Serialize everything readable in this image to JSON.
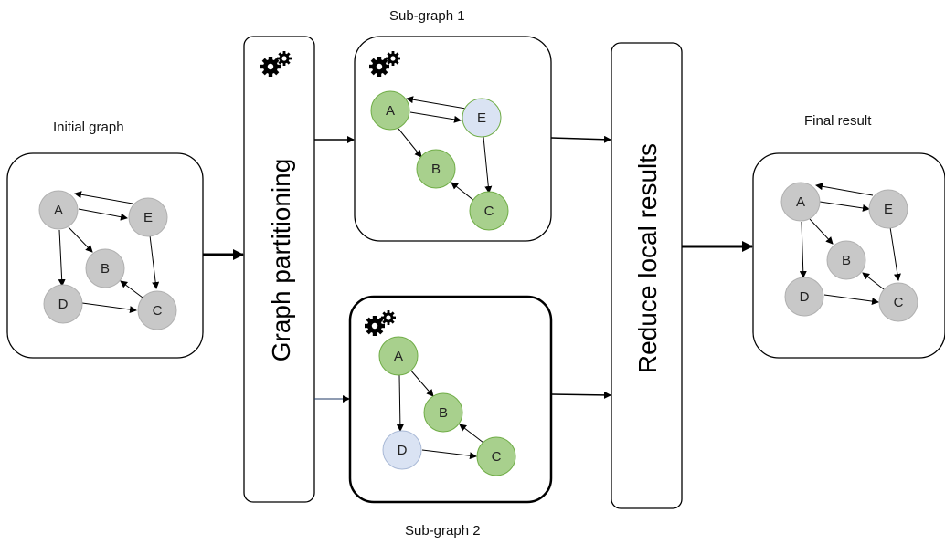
{
  "labels": {
    "initial": "Initial graph",
    "sub1": "Sub-graph 1",
    "sub2": "Sub-graph 2",
    "final": "Final result",
    "partition": "Graph partitioning",
    "reduce": "Reduce local results"
  },
  "nodes": {
    "A": "A",
    "B": "B",
    "C": "C",
    "D": "D",
    "E": "E"
  },
  "icons": {
    "gears": "gears-icon"
  },
  "colors": {
    "gray_node": "#c8c8c8",
    "gray_stroke": "#b0b0b0",
    "green_node": "#a8d08d",
    "green_stroke": "#70ad47",
    "blue_node": "#dae3f3",
    "blue_stroke": "#a9b9d6"
  }
}
